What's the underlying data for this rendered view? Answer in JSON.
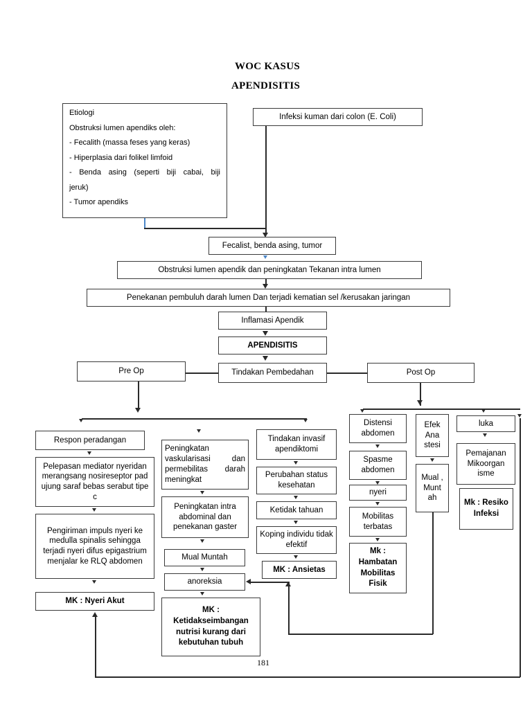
{
  "document": {
    "title_line1": "WOC KASUS",
    "title_line2": "APENDISITIS",
    "page_number": "181"
  },
  "etiology": {
    "heading": "Etiologi",
    "subheading": "Obstruksi lumen apendiks oleh:",
    "items": [
      "- Fecalith (massa feses yang keras)",
      "- Hiperplasia dari folikel limfoid",
      "- Benda asing (seperti biji cabai, biji",
      "jeruk)",
      "- Tumor apendiks"
    ]
  },
  "nodes": {
    "infeksi": "Infeksi kuman dari colon (E. Coli)",
    "fecalist": "Fecalist, benda asing, tumor",
    "obstruksi": "Obstruksi lumen apendik dan peningkatan Tekanan intra lumen",
    "penekanan": "Penekanan pembuluh darah lumen Dan terjadi kematian sel /kerusakan jaringan",
    "inflamasi": "Inflamasi Apendik",
    "apendisitis": "APENDISITIS",
    "pre_op": "Pre Op",
    "tindakan_pembedahan": "Tindakan Pembedahan",
    "post_op": "Post Op",
    "respon_peradangan": "Respon peradangan",
    "pelepasan_mediator": "Pelepasan mediator nyeridan merangsang nosireseptor pad ujung saraf bebas serabut tipe c",
    "pengiriman_impuls": "Pengiriman impuls nyeri ke medulla spinalis sehingga terjadi nyeri difus epigastrium menjalar ke RLQ abdomen",
    "mk_nyeri_akut": "MK : Nyeri Akut",
    "peningkatan_vaskularisasi": "Peningkatan vaskularisasi dan permebilitas darah meningkat",
    "peningkatan_intra_abdominal": "Peningkatan intra abdominal dan penekanan gaster",
    "mual_muntah": "Mual Muntah",
    "anoreksia": "anoreksia",
    "mk_ketidakseimbangan": "MK : Ketidakseimbangan nutrisi kurang dari kebutuhan tubuh",
    "tindakan_invasif": "Tindakan invasif apendiktomi",
    "perubahan_status": "Perubahan status kesehatan",
    "ketidak_tahuan": "Ketidak tahuan",
    "koping_individu": "Koping individu tidak efektif",
    "mk_ansietas": "MK : Ansietas",
    "distensi_abdomen": "Distensi abdomen",
    "spasme_abdomen": "Spasme abdomen",
    "nyeri": "nyeri",
    "mobilitas_terbatas": "Mobilitas terbatas",
    "mk_hambatan": "Mk : Hambatan Mobilitas Fisik",
    "efek_anastesi": "Efek Ana stesi",
    "mual_koma_muntah": "Mual , Munt ah",
    "luka": "luka",
    "pemajanan": "Pemajanan Mikoorgan isme",
    "mk_resiko_infeksi": "Mk : Resiko Infeksi"
  },
  "colors": {
    "box_border": "#3a3a3a",
    "connector": "#2a2a2a",
    "accent_blue": "#4a86c8",
    "background": "#ffffff"
  }
}
